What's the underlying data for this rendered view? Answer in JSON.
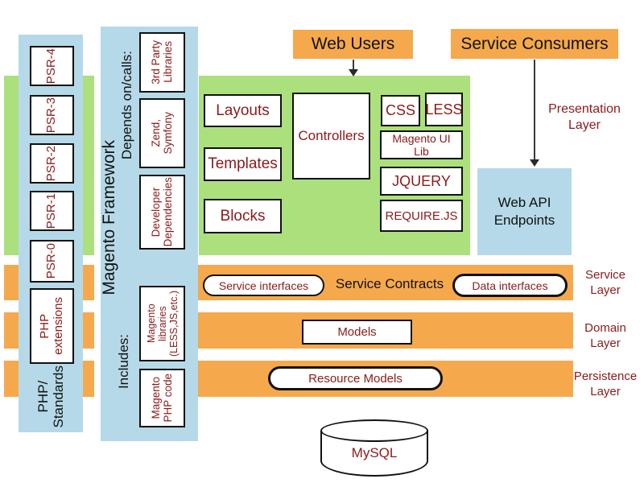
{
  "colors": {
    "band_orange": "#F5A94C",
    "area_green": "#ACE07C",
    "column_blue": "#B5D9E8",
    "component_text_red": "#8B1A1A",
    "structural_text_black": "#111111"
  },
  "top_actors": {
    "web_users": "Web Users",
    "service_consumers": "Service Consumers"
  },
  "php_standards": {
    "column_label": "PHP/\nStandards",
    "boxes": [
      "PSR-4",
      "PSR-3",
      "PSR-2",
      "PSR-1",
      "PSR-0",
      "PHP\nextensions"
    ]
  },
  "magento_framework": {
    "column_label": "Magento Framework",
    "depends_label": "Depends on/calls:",
    "depends_boxes": [
      "3rd Party\nLibraries",
      "Zend,\nSymfony",
      "Developer\nDependencies"
    ],
    "includes_label": "Includes:",
    "includes_boxes": [
      "Magento\nlibraries\n(LESS,JS,etc.)",
      "Magento\nPHP code"
    ]
  },
  "presentation_layer": {
    "label": "Presentation\nLayer",
    "view_boxes": [
      "Layouts",
      "Templates",
      "Blocks"
    ],
    "controllers_box": "Controllers",
    "asset_boxes": [
      "CSS",
      "LESS",
      "Magento UI\nLib",
      "JQUERY",
      "REQUIRE.JS"
    ],
    "web_api_box": "Web API\nEndpoints"
  },
  "service_layer": {
    "label": "Service\nLayer",
    "title": "Service Contracts",
    "left_pill": "Service interfaces",
    "right_pill": "Data interfaces"
  },
  "domain_layer": {
    "label": "Domain\nLayer",
    "box": "Models"
  },
  "persistence_layer": {
    "label": "Persistence\nLayer",
    "pill": "Resource Models"
  },
  "database": {
    "label": "MySQL"
  }
}
